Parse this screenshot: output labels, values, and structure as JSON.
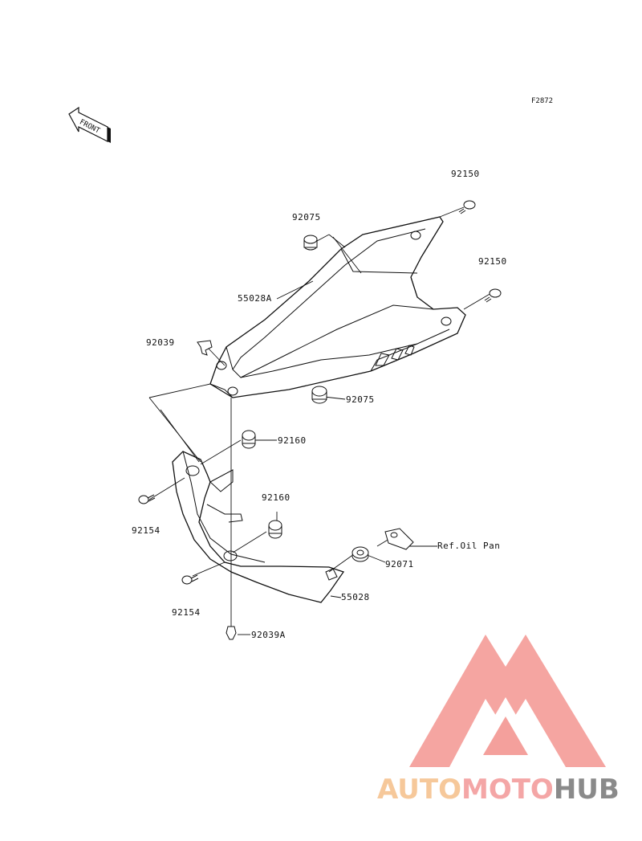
{
  "figure_code": "F2872",
  "front_label": "FRONT",
  "part_labels": {
    "p92150_a": "92150",
    "p92075_a": "92075",
    "p92150_b": "92150",
    "p55028A": "55028A",
    "p92039": "92039",
    "p92075_b": "92075",
    "p92160_a": "92160",
    "p92160_b": "92160",
    "p92154_a": "92154",
    "p92154_b": "92154",
    "ref_oil_pan": "Ref.Oil Pan",
    "p92071": "92071",
    "p55028": "55028",
    "p92039A": "92039A"
  },
  "watermark": {
    "part1": "AUTO",
    "part2": "MOTO",
    "part3": "HUB",
    "colors": {
      "auto": "#f6c89a",
      "moto": "#f4a6a6",
      "hub": "#8a8a8a",
      "triangle": "#f4a09c"
    }
  }
}
